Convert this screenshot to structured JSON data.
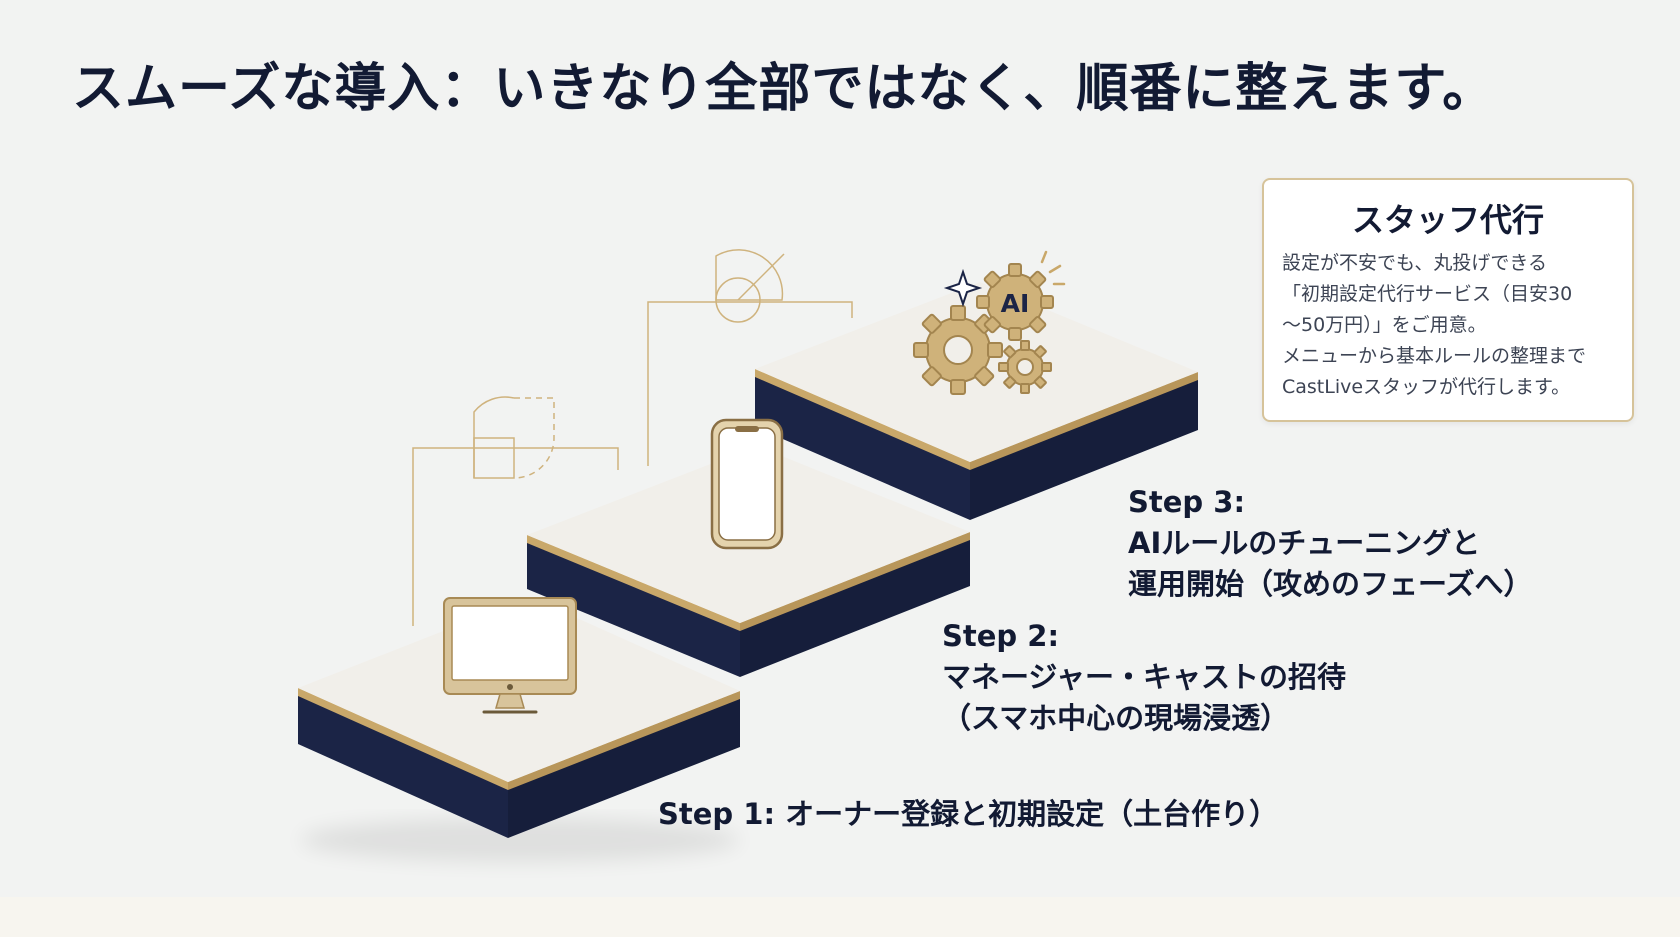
{
  "title": "スムーズな導入：いきなり全部ではなく、順番に整えます。",
  "steps": [
    {
      "label_lines": [
        "Step 1: オーナー登録と初期設定（土台作り）"
      ],
      "icon": "desktop-monitor-icon"
    },
    {
      "label_lines": [
        "Step 2:",
        "マネージャー・キャストの招待",
        "（スマホ中心の現場浸透）"
      ],
      "icon": "smartphone-icon"
    },
    {
      "label_lines": [
        "Step 3:",
        "AIルールのチューニングと",
        "運用開始（攻めのフェーズへ）"
      ],
      "icon": "ai-gears-icon"
    }
  ],
  "ai_badge": "AI",
  "callout": {
    "title": "スタッフ代行",
    "lines": [
      "設定が不安でも、丸投げできる",
      "「初期設定代行サービス（目安30",
      "〜50万円）」をご用意。",
      "メニューから基本ルールの整理まで",
      "CastLiveスタッフが代行します。"
    ]
  },
  "colors": {
    "navy": "#1b2446",
    "gold": "#c9a86a",
    "top": "#f1efea",
    "text": "#121a33"
  }
}
